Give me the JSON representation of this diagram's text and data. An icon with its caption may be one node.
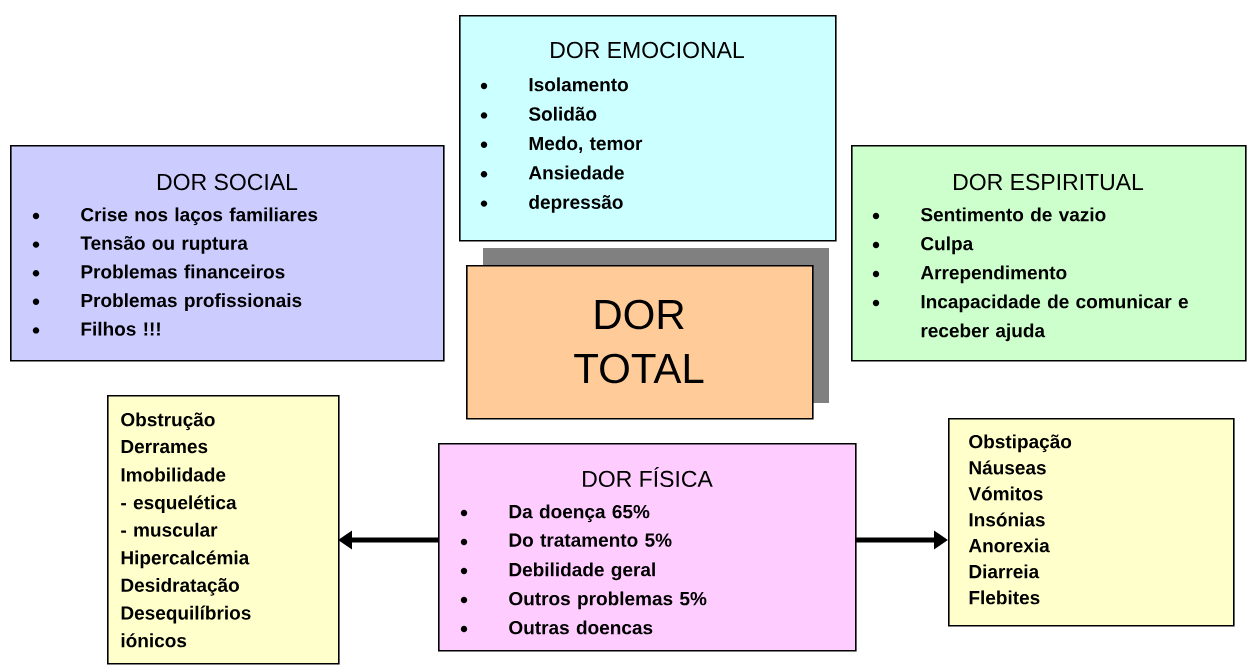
{
  "diagram": {
    "nodes": [
      {
        "text": [
          "DOR EMOCIONAL",
          "Isolamento",
          "Solidão",
          "Medo, temor",
          "Ansiedade",
          "depressão"
        ]
      },
      {
        "text": [
          "DOR SOCIAL",
          "Crise nos laços familiares",
          "Tensão ou ruptura",
          "Problemas financeiros",
          "Problemas profissionais",
          "Filhos !!!"
        ]
      },
      {
        "text": [
          "DOR ESPIRITUAL",
          "Sentimento de vazio",
          "Culpa",
          "Arrependimento",
          "Incapacidade de comunicar e receber ajuda"
        ]
      },
      {
        "text": [
          "DOR TOTAL"
        ]
      },
      {
        "text": [
          "Obstrução",
          "Derrames",
          "Imobilidade",
          "- esquelética",
          "- muscular",
          "Hipercalcémia",
          "Desidratação",
          "Desequilíbrios",
          "iónicos"
        ]
      },
      {
        "text": [
          "DOR FÍSICA",
          "Da doença 65%",
          "Do tratamento 5%",
          "Debilidade geral",
          "Outros problemas 5%",
          "Outras doencas"
        ]
      },
      {
        "text": [
          "Obstipação",
          "Náuseas",
          "Vómitos",
          "Insónias",
          "Anorexia",
          "Diarreia",
          "Flebites"
        ]
      }
    ],
    "edges": [
      {
        "from": 5,
        "to": 4,
        "arrow": "to"
      },
      {
        "from": 5,
        "to": 6,
        "arrow": "to"
      }
    ]
  }
}
